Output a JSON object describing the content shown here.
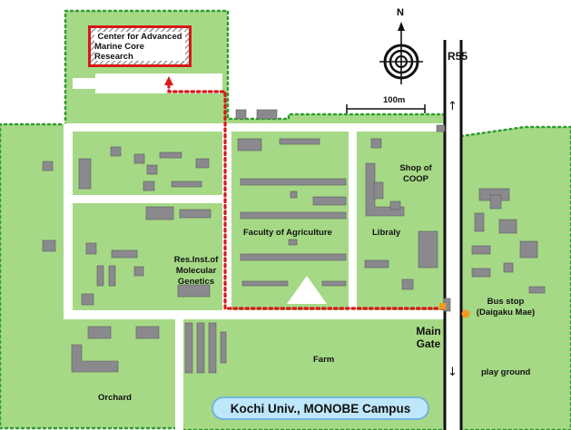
{
  "title": "Kochi Univ., MONOBE Campus",
  "compass": {
    "north": "N",
    "icon": "compass-rose-icon"
  },
  "scale": {
    "label": "100m"
  },
  "road": {
    "name": "R55",
    "up_arrow": "↑",
    "down_arrow": "↓"
  },
  "labels": {
    "research_line1": "Center for Advanced",
    "research_line2": "Marine Core Research",
    "shop_line1": "Shop of",
    "shop_line2": "COOP",
    "agriculture": "Faculty of Agriculture",
    "library": "Libraly",
    "resinst_line1": "Res.Inst.of",
    "resinst_line2": "Molecular",
    "resinst_line3": "Genetics",
    "busstop_line1": "Bus stop",
    "busstop_line2": "(Daigaku Mae)",
    "gate_line1": "Main",
    "gate_line2": "Gate",
    "farm": "Farm",
    "orchard": "Orchard",
    "playground": "play ground"
  },
  "colors": {
    "ground": "#a6d986",
    "border": "#2e9d2e",
    "building": "#8a8a8e",
    "route": "#d81818",
    "marker": "#f39a1e",
    "pill": "#bfe7fb"
  }
}
